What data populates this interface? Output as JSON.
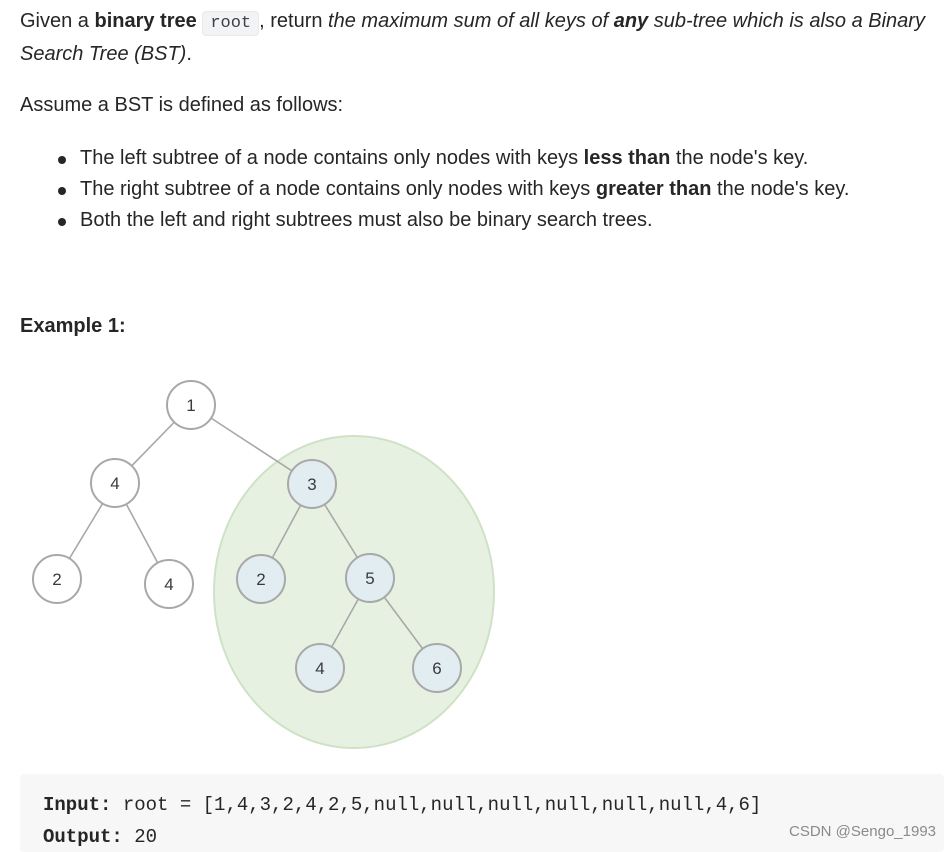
{
  "description": {
    "given": "Given a ",
    "binary_tree": "binary tree",
    "root_code": "root",
    "return_text": ", return ",
    "italic_lead": "the maximum sum of all keys of ",
    "any": "any",
    "italic_tail": " sub-tree which is also a Binary Search Tree (BST)",
    "period": "."
  },
  "assume": "Assume a BST is defined as follows:",
  "rules": [
    {
      "pre": "The left subtree of a node contains only nodes with keys ",
      "bold": "less than",
      "post": " the node's key."
    },
    {
      "pre": "The right subtree of a node contains only nodes with keys ",
      "bold": "greater than",
      "post": " the node's key."
    },
    {
      "pre": "Both the left and right subtrees must also be binary search trees.",
      "bold": "",
      "post": ""
    }
  ],
  "example_title": "Example 1:",
  "tree": {
    "node_colors": {
      "plain": "#ffffff",
      "highlight": "#e1edf0",
      "stroke": "#a8a8a8"
    },
    "region_color": "#e7f1e1",
    "nodes": [
      {
        "id": "n1",
        "label": "1",
        "highlight": false
      },
      {
        "id": "n4a",
        "label": "4",
        "highlight": false
      },
      {
        "id": "n3",
        "label": "3",
        "highlight": true
      },
      {
        "id": "n2a",
        "label": "2",
        "highlight": false
      },
      {
        "id": "n4b",
        "label": "4",
        "highlight": false
      },
      {
        "id": "n2b",
        "label": "2",
        "highlight": true
      },
      {
        "id": "n5",
        "label": "5",
        "highlight": true
      },
      {
        "id": "n4c",
        "label": "4",
        "highlight": true
      },
      {
        "id": "n6",
        "label": "6",
        "highlight": true
      }
    ]
  },
  "code": {
    "input_label": "Input:",
    "input_value": " root = [1,4,3,2,4,2,5,null,null,null,null,null,null,4,6]",
    "output_label": "Output:",
    "output_value": " 20"
  },
  "watermark": "CSDN @Sengo_1993"
}
